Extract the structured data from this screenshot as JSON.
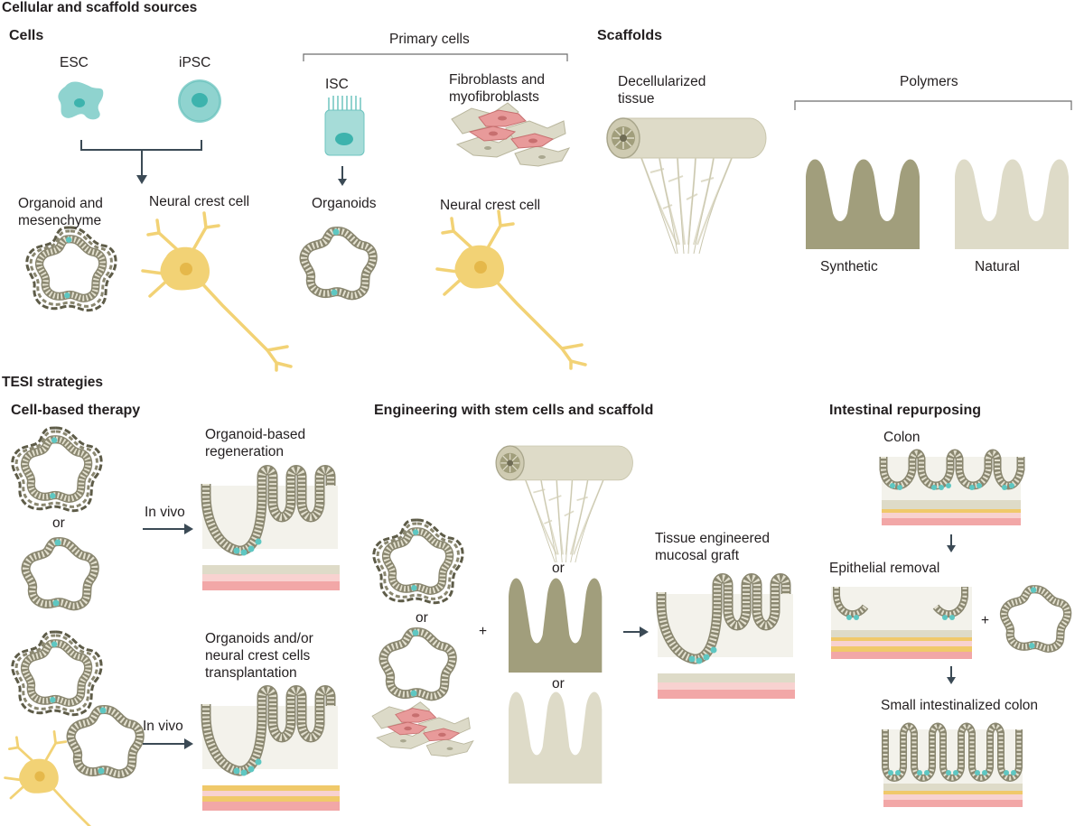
{
  "sections": {
    "sources_title": "Cellular and scaffold sources",
    "strategies_title": "TESI strategies"
  },
  "panels": {
    "cells": {
      "title": "Cells",
      "esc": "ESC",
      "ipsc": "iPSC",
      "primary_cells": "Primary cells",
      "isc": "ISC",
      "fibroblasts_line1": "Fibroblasts and",
      "fibroblasts_line2": "myofibroblasts",
      "organoid_mes_line1": "Organoid and",
      "organoid_mes_line2": "mesenchyme",
      "neural_crest_1": "Neural crest cell",
      "organoids": "Organoids",
      "neural_crest_2": "Neural crest cell"
    },
    "scaffolds": {
      "title": "Scaffolds",
      "decell_line1": "Decellularized",
      "decell_line2": "tissue",
      "polymers": "Polymers",
      "synthetic": "Synthetic",
      "natural": "Natural"
    },
    "cell_therapy": {
      "title": "Cell-based therapy",
      "or": "or",
      "in_vivo_1": "In vivo",
      "in_vivo_2": "In vivo",
      "regen_line1": "Organoid-based",
      "regen_line2": "regeneration",
      "transplant_line1": "Organoids and/or",
      "transplant_line2": "neural crest cells",
      "transplant_line3": "transplantation"
    },
    "engineering": {
      "title": "Engineering with stem cells and scaffold",
      "or_left": "or",
      "plus": "+",
      "or_top": "or",
      "or_bottom": "or",
      "graft_line1": "Tissue engineered",
      "graft_line2": "mucosal graft"
    },
    "repurposing": {
      "title": "Intestinal repurposing",
      "colon": "Colon",
      "epithelial_removal": "Epithelial removal",
      "plus": "+",
      "small_colon": "Small intestinalized colon"
    }
  },
  "colors": {
    "panel_border": "#c9c7ae",
    "stem_cell": "#8fd3cf",
    "neural_crest": "#f2d275",
    "fibroblast_grey": "#dcdac8",
    "myofibroblast_pink": "#e89a9a",
    "scaffold_dark": "#a19e7c",
    "scaffold_light": "#dedbc8",
    "mucosa_pink": "#f2a7a7",
    "muscle_yellow": "#f0c96a"
  }
}
